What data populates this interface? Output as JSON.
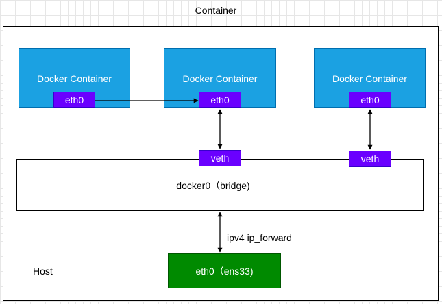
{
  "title": "Container",
  "containers": [
    {
      "label": "Docker Container",
      "iface": "eth0"
    },
    {
      "label": "Docker Container",
      "iface": "eth0"
    },
    {
      "label": "Docker Container",
      "iface": "eth0"
    }
  ],
  "veths": [
    "veth",
    "veth"
  ],
  "bridge": {
    "label": "docker0（bridge)"
  },
  "link_label": "ipv4 ip_forward",
  "host": {
    "label": "Host",
    "iface_label": "eth0（ens33)"
  },
  "colors": {
    "container": "#1ba1e2",
    "interface": "#6a00ff",
    "host_interface": "#008a00"
  }
}
